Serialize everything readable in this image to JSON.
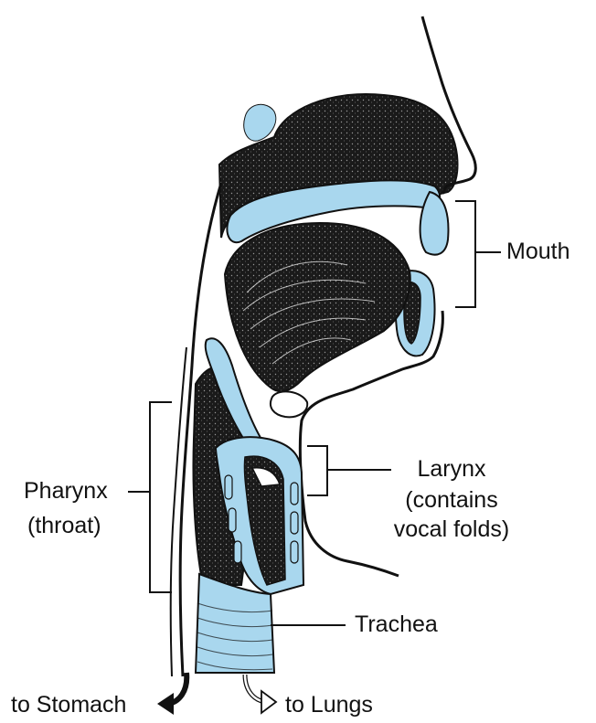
{
  "labels": {
    "mouth": "Mouth",
    "pharynx_line1": "Pharynx",
    "pharynx_line2": "(throat)",
    "larynx_line1": "Larynx",
    "larynx_line2": "(contains",
    "larynx_line3": "vocal folds)",
    "trachea": "Trachea",
    "to_stomach": "to Stomach",
    "to_lungs": "to Lungs"
  },
  "colors": {
    "tissue_blue": "#a9d7ee",
    "ink": "#111111",
    "background": "#ffffff"
  },
  "icons": {
    "stomach_arrow": "curved-arrow-down-left-filled-icon",
    "lungs_arrow": "curved-arrow-down-right-outline-icon"
  }
}
